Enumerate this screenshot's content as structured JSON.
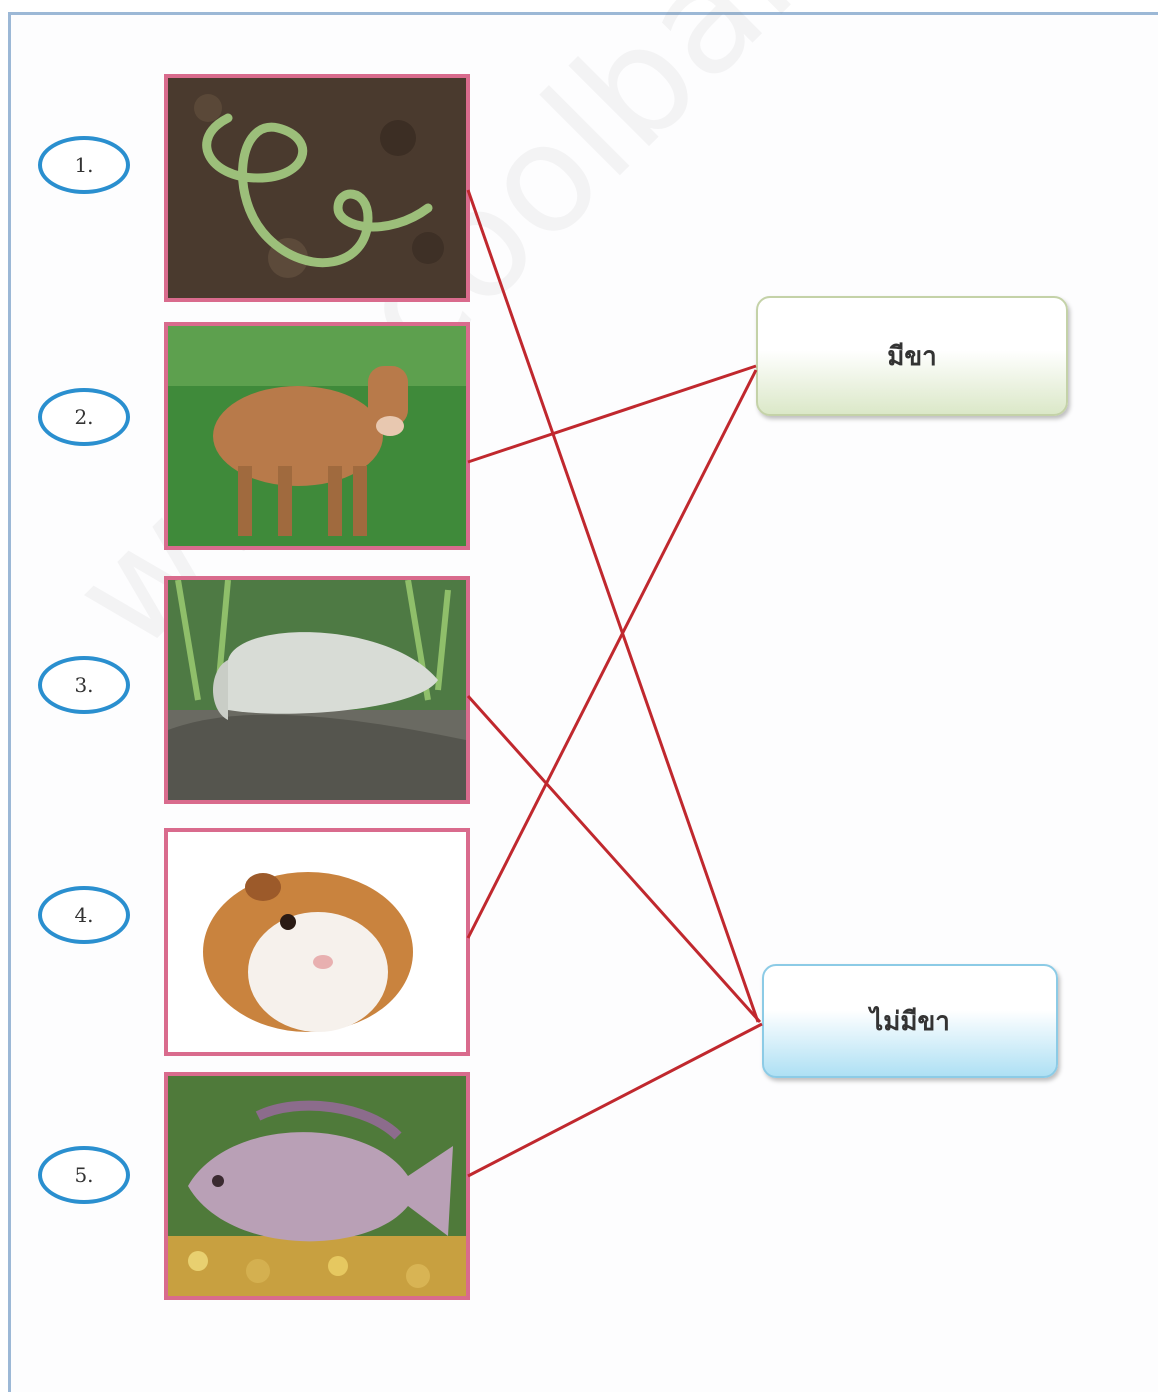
{
  "items": [
    {
      "number": "1.",
      "animal": "snake-photo"
    },
    {
      "number": "2.",
      "animal": "cow-photo"
    },
    {
      "number": "3.",
      "animal": "snail-photo"
    },
    {
      "number": "4.",
      "animal": "guinea-pig-photo"
    },
    {
      "number": "5.",
      "animal": "fish-photo"
    }
  ],
  "categories": {
    "has_legs": "มีขา",
    "no_legs": "ไม่มีขา"
  },
  "matches": [
    {
      "item": "1.",
      "category": "ไม่มีขา"
    },
    {
      "item": "2.",
      "category": "มีขา"
    },
    {
      "item": "3.",
      "category": "ไม่มีขา"
    },
    {
      "item": "4.",
      "category": "มีขา"
    },
    {
      "item": "5.",
      "category": "ไม่มีขา"
    }
  ],
  "watermark": "www.coolbanknok.com",
  "colors": {
    "badge_border": "#2a8fcf",
    "photo_border": "#d96b8d",
    "line": "#c0282e"
  }
}
